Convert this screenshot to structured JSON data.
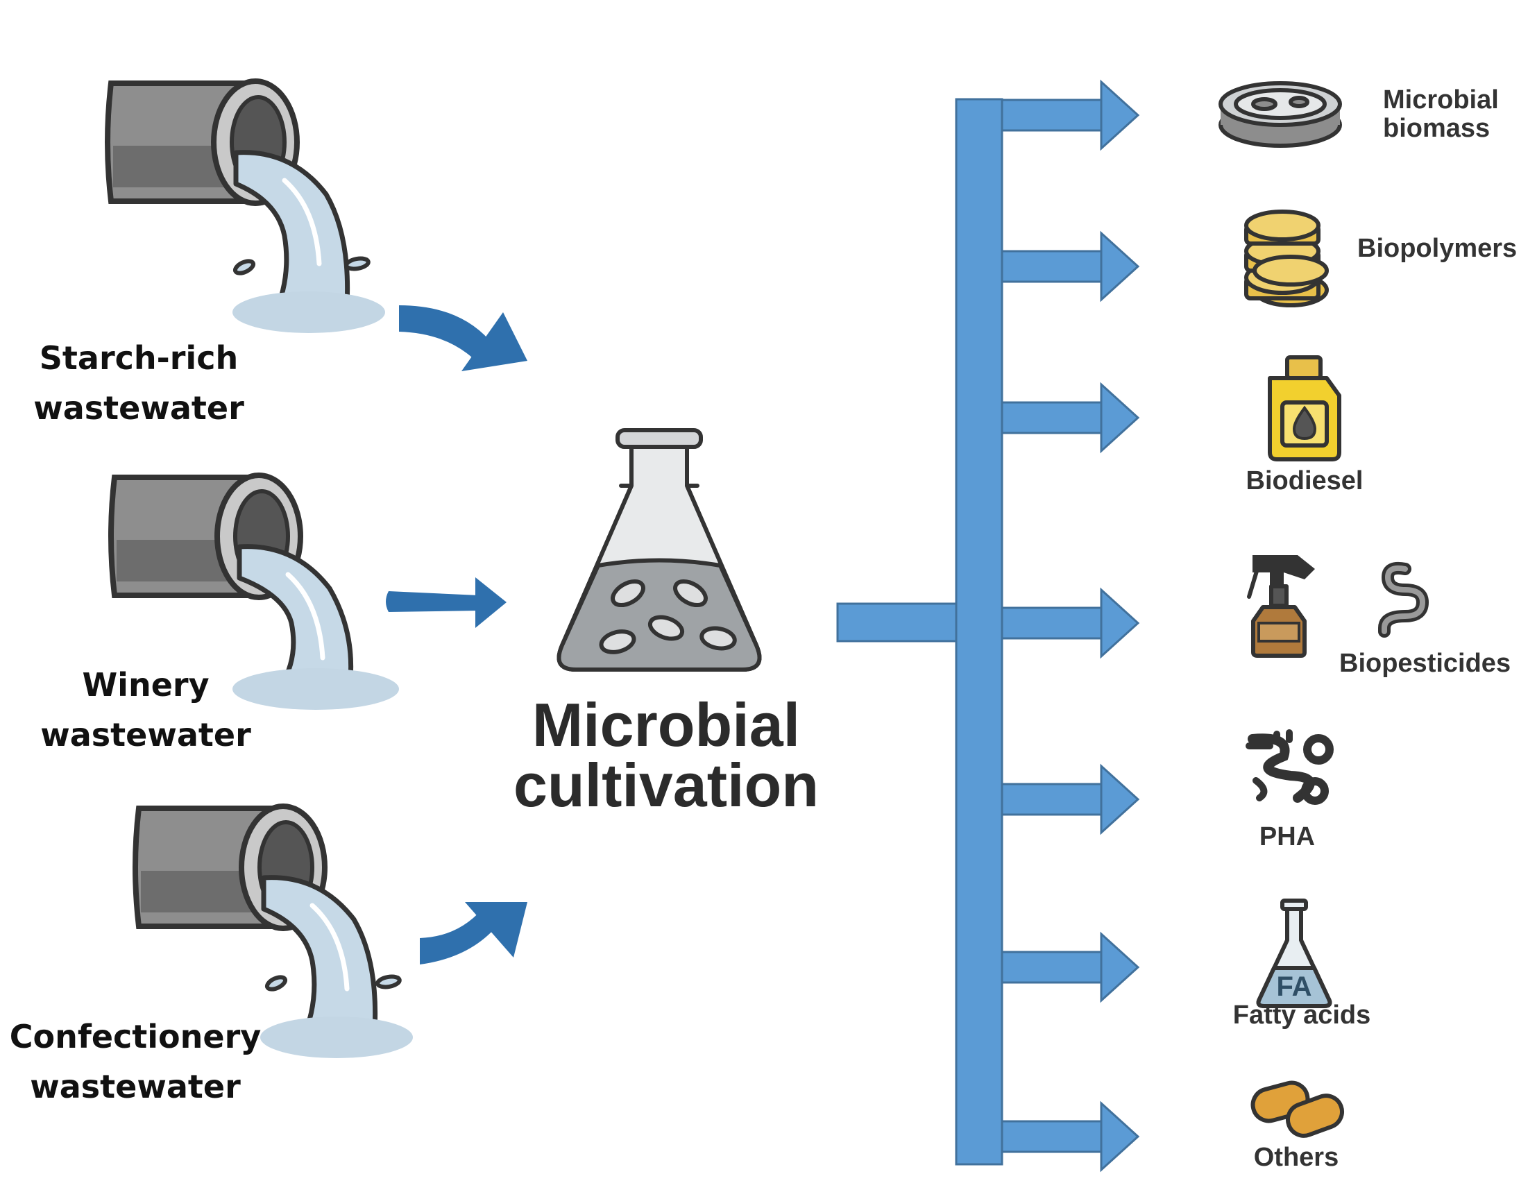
{
  "sources": [
    {
      "line1": "Starch-rich",
      "line2": "wastewater"
    },
    {
      "line1": "Winery",
      "line2": "wastewater"
    },
    {
      "line1": "Confectionery",
      "line2": "wastewater"
    }
  ],
  "center": {
    "line1": "Microbial",
    "line2": "cultivation"
  },
  "products": {
    "microbial_biomass": {
      "line1": "Microbial",
      "line2": "biomass"
    },
    "biopolymers": "Biopolymers",
    "biodiesel": "Biodiesel",
    "biopesticides": "Biopesticides",
    "pha": "PHA",
    "fatty_acids": "Fatty acids",
    "fatty_acids_flask_label": "FA",
    "others": "Others"
  },
  "colors": {
    "branch_arrow": "#5b9bd5",
    "input_arrow": "#2f70ad",
    "water": "#c6d9e7",
    "coin": "#e8c04a",
    "jug": "#f2d02e",
    "capsule": "#e0a13a"
  }
}
